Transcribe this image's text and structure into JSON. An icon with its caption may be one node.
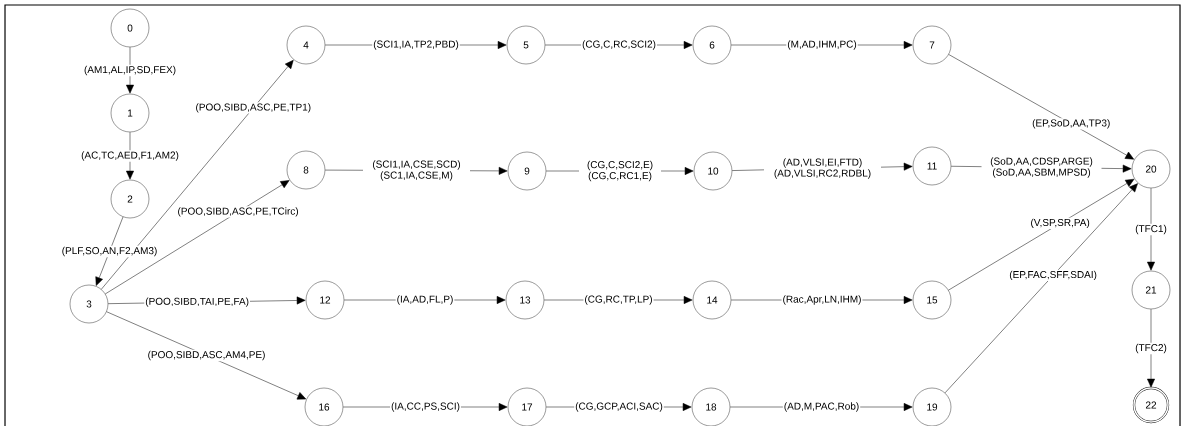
{
  "diagram": {
    "nodes": [
      {
        "text": [
          "0"
        ]
      },
      {
        "text": [
          "1"
        ]
      },
      {
        "text": [
          "2"
        ]
      },
      {
        "text": [
          "3"
        ]
      },
      {
        "text": [
          "4"
        ]
      },
      {
        "text": [
          "5"
        ]
      },
      {
        "text": [
          "6"
        ]
      },
      {
        "text": [
          "7"
        ]
      },
      {
        "text": [
          "8"
        ]
      },
      {
        "text": [
          "9"
        ]
      },
      {
        "text": [
          "10"
        ]
      },
      {
        "text": [
          "11"
        ]
      },
      {
        "text": [
          "12"
        ]
      },
      {
        "text": [
          "13"
        ]
      },
      {
        "text": [
          "14"
        ]
      },
      {
        "text": [
          "15"
        ]
      },
      {
        "text": [
          "16"
        ]
      },
      {
        "text": [
          "17"
        ]
      },
      {
        "text": [
          "18"
        ]
      },
      {
        "text": [
          "19"
        ]
      },
      {
        "text": [
          "20"
        ]
      },
      {
        "text": [
          "21"
        ]
      },
      {
        "text": [
          "22"
        ]
      }
    ],
    "edges": [
      {
        "from": 0,
        "to": 1,
        "arrow": "to",
        "label": "(AM1,AL,IP,SD,FEX)"
      },
      {
        "from": 1,
        "to": 2,
        "arrow": "to",
        "label": "(AC,TC,AED,F1,AM2)"
      },
      {
        "from": 2,
        "to": 3,
        "arrow": "to",
        "label": "(PLF,SO,AN,F2,AM3)"
      },
      {
        "from": 3,
        "to": 4,
        "arrow": "to",
        "label": "(POO,SIBD,ASC,PE,TP1)"
      },
      {
        "from": 3,
        "to": 8,
        "arrow": "to",
        "label": "(POO,SIBD,ASC,PE,TCirc)"
      },
      {
        "from": 3,
        "to": 12,
        "arrow": "to",
        "label": "(POO,SIBD,TAI,PE,FA)"
      },
      {
        "from": 3,
        "to": 16,
        "arrow": "to",
        "label": "(POO,SIBD,ASC,AM4,PE)"
      },
      {
        "from": 4,
        "to": 5,
        "arrow": "to",
        "label": "(SCI1,IA,TP2,PBD)"
      },
      {
        "from": 5,
        "to": 6,
        "arrow": "to",
        "label": "(CG,C,RC,SCI2)"
      },
      {
        "from": 6,
        "to": 7,
        "arrow": "to",
        "label": "(M,AD,IHM,PC)"
      },
      {
        "from": 7,
        "to": 20,
        "arrow": "to",
        "label": "(EP,SoD,AA,TP3)"
      },
      {
        "from": 8,
        "to": 9,
        "arrow": "to",
        "label": "(SCI1,IA,CSE,SCD) (SC1,IA,CSE,M)"
      },
      {
        "from": 9,
        "to": 10,
        "arrow": "to",
        "label": "(CG,C,SCI2,E) (CG,C,RC1,E)"
      },
      {
        "from": 10,
        "to": 11,
        "arrow": "to",
        "label": "(AD,VLSI,EI,FTD) (AD,VLSI,RC2,RDBL)"
      },
      {
        "from": 11,
        "to": 20,
        "arrow": "to",
        "label": "(SoD,AA,CDSP,ARGE) (SoD,AA,SBM,MPSD)"
      },
      {
        "from": 12,
        "to": 13,
        "arrow": "to",
        "label": "(IA,AD,FL,P)"
      },
      {
        "from": 13,
        "to": 14,
        "arrow": "to",
        "label": "(CG,RC,TP,LP)"
      },
      {
        "from": 14,
        "to": 15,
        "arrow": "to",
        "label": "(Rac,Apr,LN,IHM)"
      },
      {
        "from": 15,
        "to": 20,
        "arrow": "to",
        "label": "(V,SP,SR,PA)"
      },
      {
        "from": 16,
        "to": 17,
        "arrow": "to",
        "label": "(IA,CC,PS,SCI)"
      },
      {
        "from": 17,
        "to": 18,
        "arrow": "to",
        "label": "(CG,GCP,ACI,SAC)"
      },
      {
        "from": 18,
        "to": 19,
        "arrow": "to",
        "label": "(AD,M,PAC,Rob)"
      },
      {
        "from": 19,
        "to": 20,
        "arrow": "to",
        "label": "(EP,FAC,SFF,SDAI)"
      },
      {
        "from": 20,
        "to": 21,
        "arrow": "to",
        "label": "(TFC1)"
      },
      {
        "from": 21,
        "to": 22,
        "arrow": "to",
        "label": "(TFC2)"
      }
    ]
  }
}
